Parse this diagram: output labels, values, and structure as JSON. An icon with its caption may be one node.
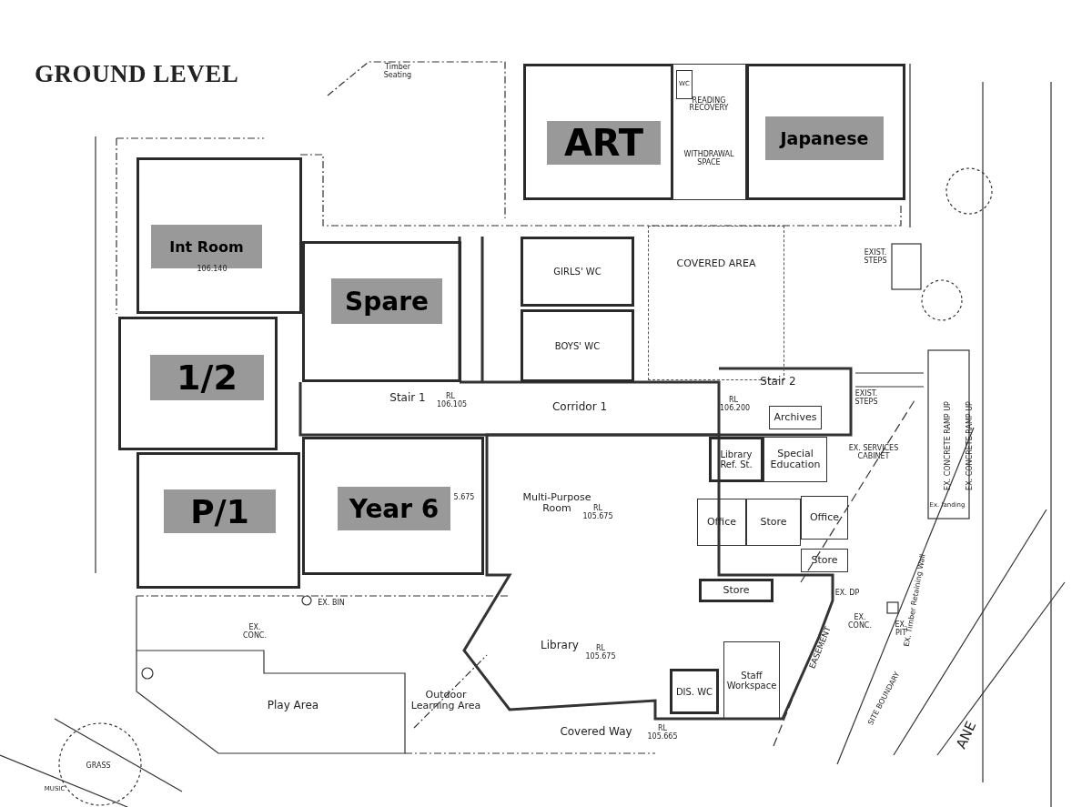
{
  "diagram": {
    "title": "GROUND LEVEL",
    "nodes": [
      {
        "text": [
          "ART"
        ]
      },
      {
        "text": [
          "READING RECOVERY",
          "WITHDRAWAL SPACE"
        ]
      },
      {
        "text": [
          "WC"
        ],
        "in": 1
      },
      {
        "text": [
          "Japanese"
        ]
      },
      {
        "text": [
          "Int Room"
        ]
      },
      {
        "text": [
          "Spare"
        ]
      },
      {
        "text": [
          "GIRLS' WC"
        ]
      },
      {
        "text": [
          "BOYS' WC"
        ]
      },
      {
        "text": [
          "COVERED AREA"
        ]
      },
      {
        "text": [
          "1/2"
        ]
      },
      {
        "text": [
          "Archives"
        ]
      },
      {
        "text": [
          "P/1"
        ]
      },
      {
        "text": [
          "Year 6"
        ]
      },
      {
        "text": [
          "Library Ref. St."
        ]
      },
      {
        "text": [
          "Special Education"
        ]
      },
      {
        "text": [
          "Office"
        ]
      },
      {
        "text": [
          "Store"
        ]
      },
      {
        "text": [
          "Office"
        ]
      },
      {
        "text": [
          "Store"
        ]
      },
      {
        "text": [
          "Store"
        ]
      },
      {
        "text": [
          "Staff Workspace"
        ]
      },
      {
        "text": [
          "DIS. WC"
        ]
      }
    ],
    "labels": [
      "Timber Seating",
      "106.140",
      "Stair 1",
      "RL 106.105",
      "Corridor 1",
      "5.675",
      "Stair 2",
      "RL 106.200",
      "EXIST. STEPS",
      "EXIST. STEPS",
      "EX. SERVICES CABINET",
      "Multi-Purpose Room",
      "RL 105.675",
      "Library",
      "RL 105.675",
      "EX. BIN",
      "EX. CONC.",
      "Play Area",
      "Outdoor Learning Area",
      "Covered Way",
      "RL 105.665",
      "EASEMENT",
      "EX. DP",
      "EX. CONC.",
      "EX. PIT",
      "EX. Timber Retaining Wall",
      "SITE BOUNDARY",
      "EX. CONCRETE RAMP UP",
      "EX. CONCRETE RAMP UP",
      "Ex. landing",
      "ANE",
      "GRASS",
      "MUSIC"
    ]
  }
}
